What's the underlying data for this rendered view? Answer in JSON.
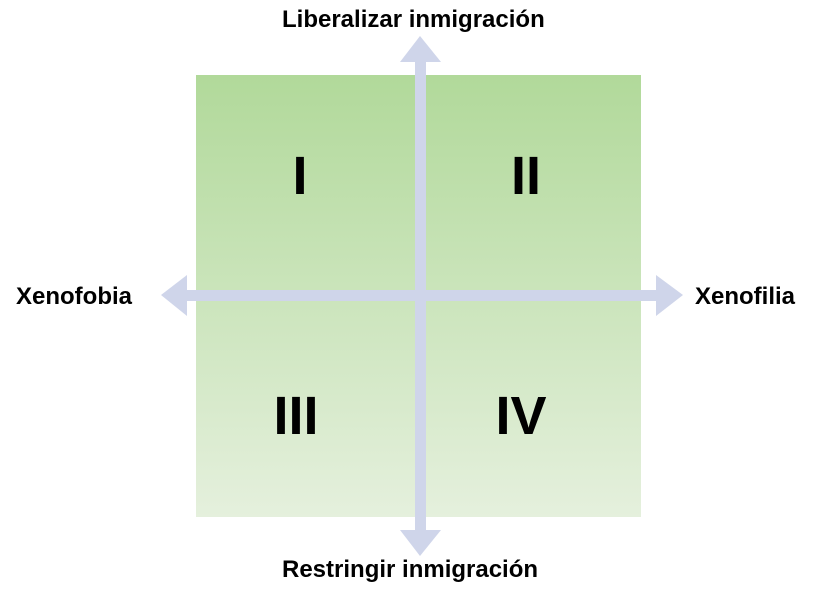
{
  "axes": {
    "top": "Liberalizar inmigración",
    "bottom": "Restringir inmigración",
    "left": "Xenofobia",
    "right": "Xenofilia"
  },
  "quadrants": [
    "I",
    "II",
    "III",
    "IV"
  ],
  "colors": {
    "arrow": "#cfd5ea",
    "gradient_top": "#b1d99a",
    "gradient_bottom": "#e5f0dd"
  }
}
